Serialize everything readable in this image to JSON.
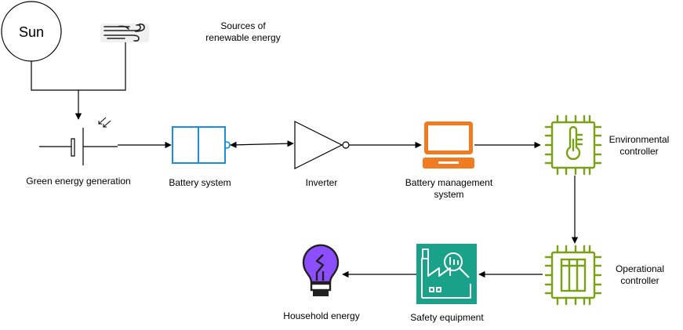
{
  "title": "Sources of renewable energy",
  "title_lines": [
    "Sources of",
    "renewable energy"
  ],
  "nodes": {
    "sun": {
      "label": "Sun",
      "icon": "sun-circle"
    },
    "wind": {
      "icon": "wind-icon"
    },
    "green_generation": {
      "label": "Green energy generation",
      "icon": "battery-cell-symbol"
    },
    "battery_system": {
      "label": "Battery system",
      "icon": "battery-icon"
    },
    "inverter": {
      "label": "Inverter",
      "icon": "inverter-symbol"
    },
    "bms": {
      "label_lines": [
        "Battery management",
        "system"
      ],
      "icon": "laptop-icon"
    },
    "env_controller": {
      "label_lines": [
        "Environmental",
        "controller"
      ],
      "icon": "thermometer-chip-icon"
    },
    "op_controller": {
      "label_lines": [
        "Operational",
        "controller"
      ],
      "icon": "chip-icon"
    },
    "safety": {
      "label": "Safety equipment",
      "icon": "factory-inspection-icon"
    },
    "household": {
      "label": "Household energy",
      "icon": "lightbulb-icon"
    }
  },
  "colors": {
    "line": "#000000",
    "battery_blue": "#1a8fd8",
    "laptop_orange": "#f07b20",
    "chip_green": "#7aa116",
    "safety_teal": "#1aa18a",
    "bulb_purple": "#8c4fff"
  }
}
